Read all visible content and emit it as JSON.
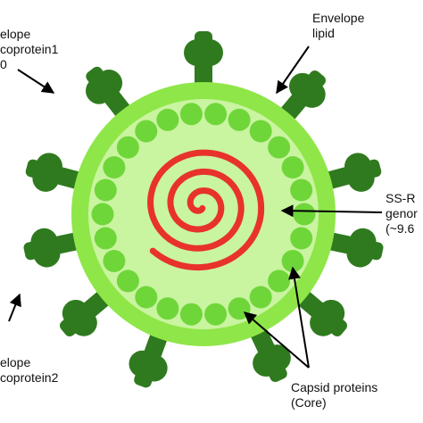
{
  "colors": {
    "envelope": "#8fe648",
    "envelope_inner": "#c9f4a0",
    "capsid": "#6fd63a",
    "spike": "#2f7a1e",
    "genome": "#e8322c",
    "arrow": "#000000"
  },
  "labels": {
    "envelope_lipid": [
      "Envelope",
      "lipid"
    ],
    "glycoprotein1": [
      "elope",
      "coprotein1",
      "0"
    ],
    "glycoprotein2": [
      "elope",
      "coprotein2"
    ],
    "genome": [
      "SS-R",
      "genor",
      "(~9.6"
    ],
    "capsid": [
      "Capsid proteins",
      "(Core)"
    ]
  },
  "icons": {
    "spike": "envelope-glycoprotein-spike",
    "capsid_bead": "capsid-protein-bead",
    "genome": "rna-spiral"
  }
}
